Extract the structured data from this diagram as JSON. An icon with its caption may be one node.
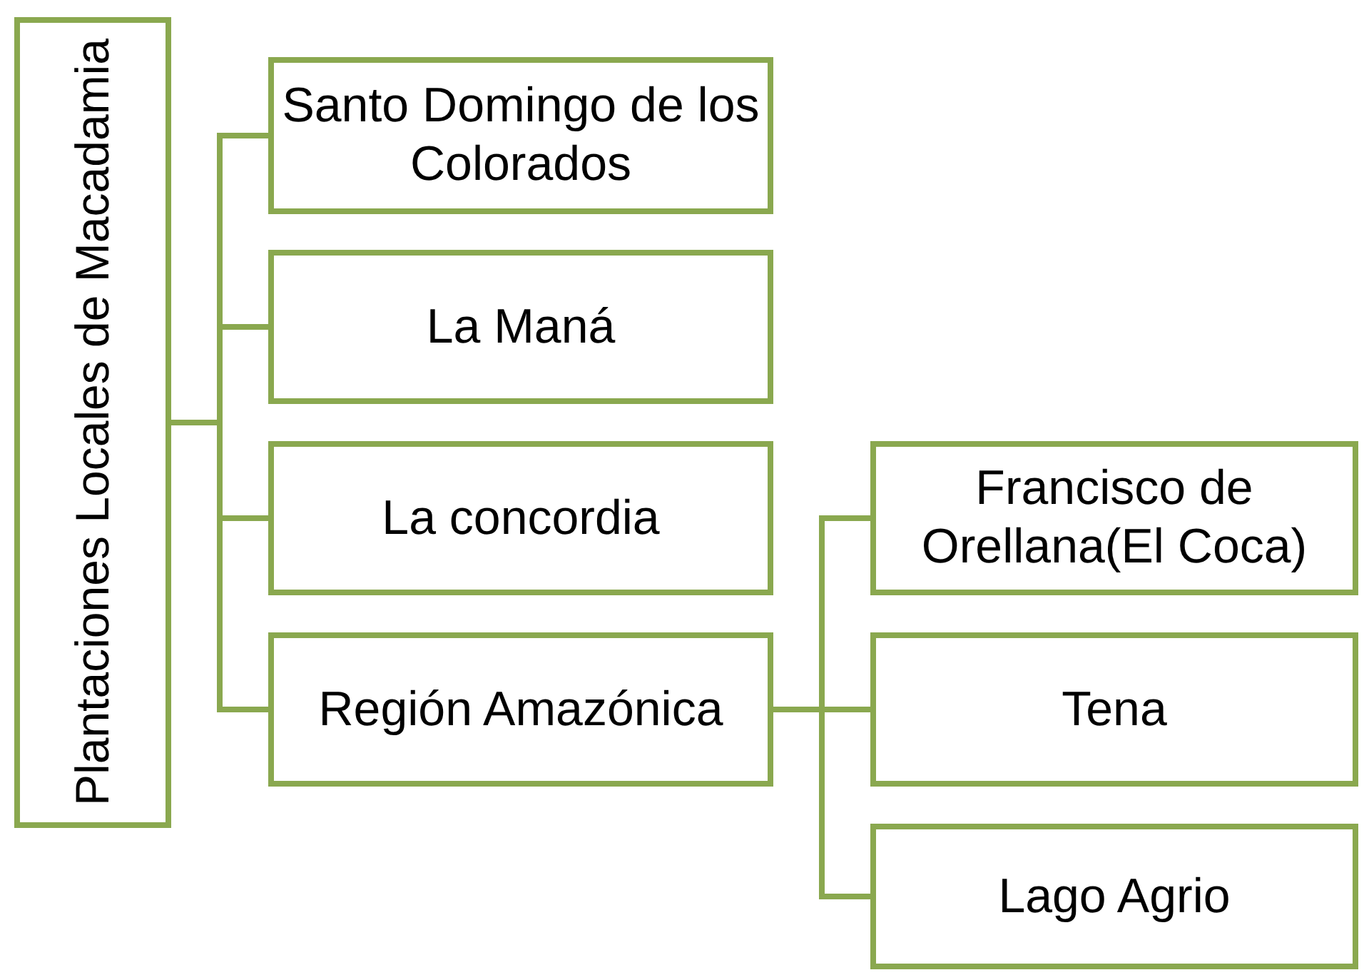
{
  "diagram": {
    "nodes": [
      {
        "text": [
          "Plantaciones Locales de Macadamia"
        ]
      },
      {
        "text": [
          "Santo Domingo de los Colorados"
        ]
      },
      {
        "text": [
          "La Maná"
        ]
      },
      {
        "text": [
          "La concordia"
        ]
      },
      {
        "text": [
          "Región Amazónica"
        ]
      },
      {
        "text": [
          "Francisco de Orellana(El Coca)"
        ]
      },
      {
        "text": [
          "Tena"
        ]
      },
      {
        "text": [
          "Lago Agrio"
        ]
      }
    ],
    "edges": [
      {
        "from": 0,
        "to": 1,
        "arrow": "none"
      },
      {
        "from": 0,
        "to": 2,
        "arrow": "none"
      },
      {
        "from": 0,
        "to": 3,
        "arrow": "none"
      },
      {
        "from": 0,
        "to": 4,
        "arrow": "none"
      },
      {
        "from": 4,
        "to": 5,
        "arrow": "none"
      },
      {
        "from": 4,
        "to": 6,
        "arrow": "none"
      },
      {
        "from": 4,
        "to": 7,
        "arrow": "none"
      }
    ]
  }
}
